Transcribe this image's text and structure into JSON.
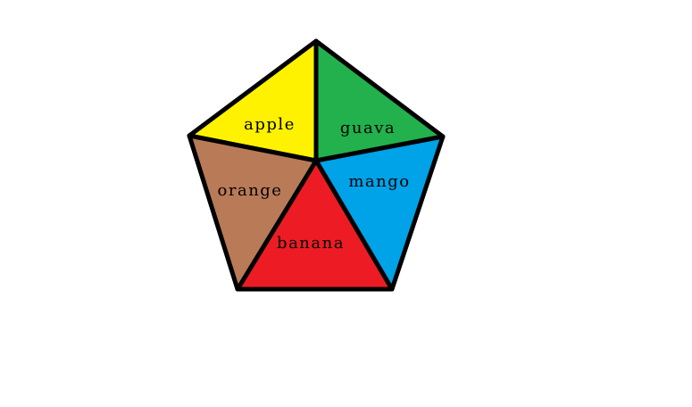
{
  "diagram": {
    "segments": [
      {
        "id": "apple",
        "label": "apple",
        "color": "#fff200"
      },
      {
        "id": "guava",
        "label": "guava",
        "color": "#22b14c"
      },
      {
        "id": "mango",
        "label": "mango",
        "color": "#00a2e8"
      },
      {
        "id": "banana",
        "label": "banana",
        "color": "#ed1c24"
      },
      {
        "id": "orange",
        "label": "orange",
        "color": "#b97a57"
      }
    ],
    "outline_color": "#000000",
    "background": "#ffffff"
  }
}
